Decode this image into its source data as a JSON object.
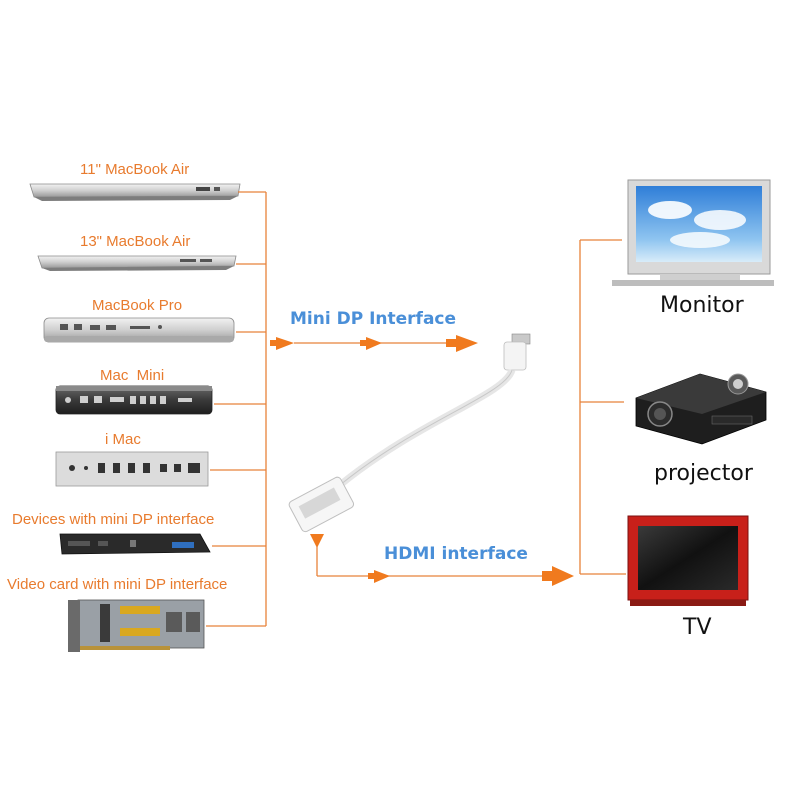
{
  "sources": [
    {
      "id": "macbook-air-11",
      "label": "11\" MacBook Air"
    },
    {
      "id": "macbook-air-13",
      "label": "13\" MacBook Air"
    },
    {
      "id": "macbook-pro",
      "label": "MacBook Pro"
    },
    {
      "id": "mac-mini",
      "label": "Mac  Mini"
    },
    {
      "id": "imac",
      "label": "i Mac"
    },
    {
      "id": "mini-dp-devices",
      "label": "Devices with mini DP interface"
    },
    {
      "id": "video-card",
      "label": "Video card with mini DP interface"
    }
  ],
  "interfaces": {
    "input": "Mini DP Interface",
    "output": "HDMI interface"
  },
  "outputs": [
    {
      "id": "monitor",
      "label": "Monitor"
    },
    {
      "id": "projector",
      "label": "projector"
    },
    {
      "id": "tv",
      "label": "TV"
    }
  ],
  "colors": {
    "source_label": "#e87b2e",
    "connector": "#e8823a",
    "arrow": "#f07a1e",
    "interface_label": "#4a8fd8",
    "output_label": "#111111",
    "tv_frame": "#c8201a"
  },
  "icons": [
    "laptop-icon",
    "mac-mini-icon",
    "imac-ports-icon",
    "video-card-icon",
    "adapter-cable-icon",
    "monitor-icon",
    "projector-icon",
    "tv-icon"
  ]
}
